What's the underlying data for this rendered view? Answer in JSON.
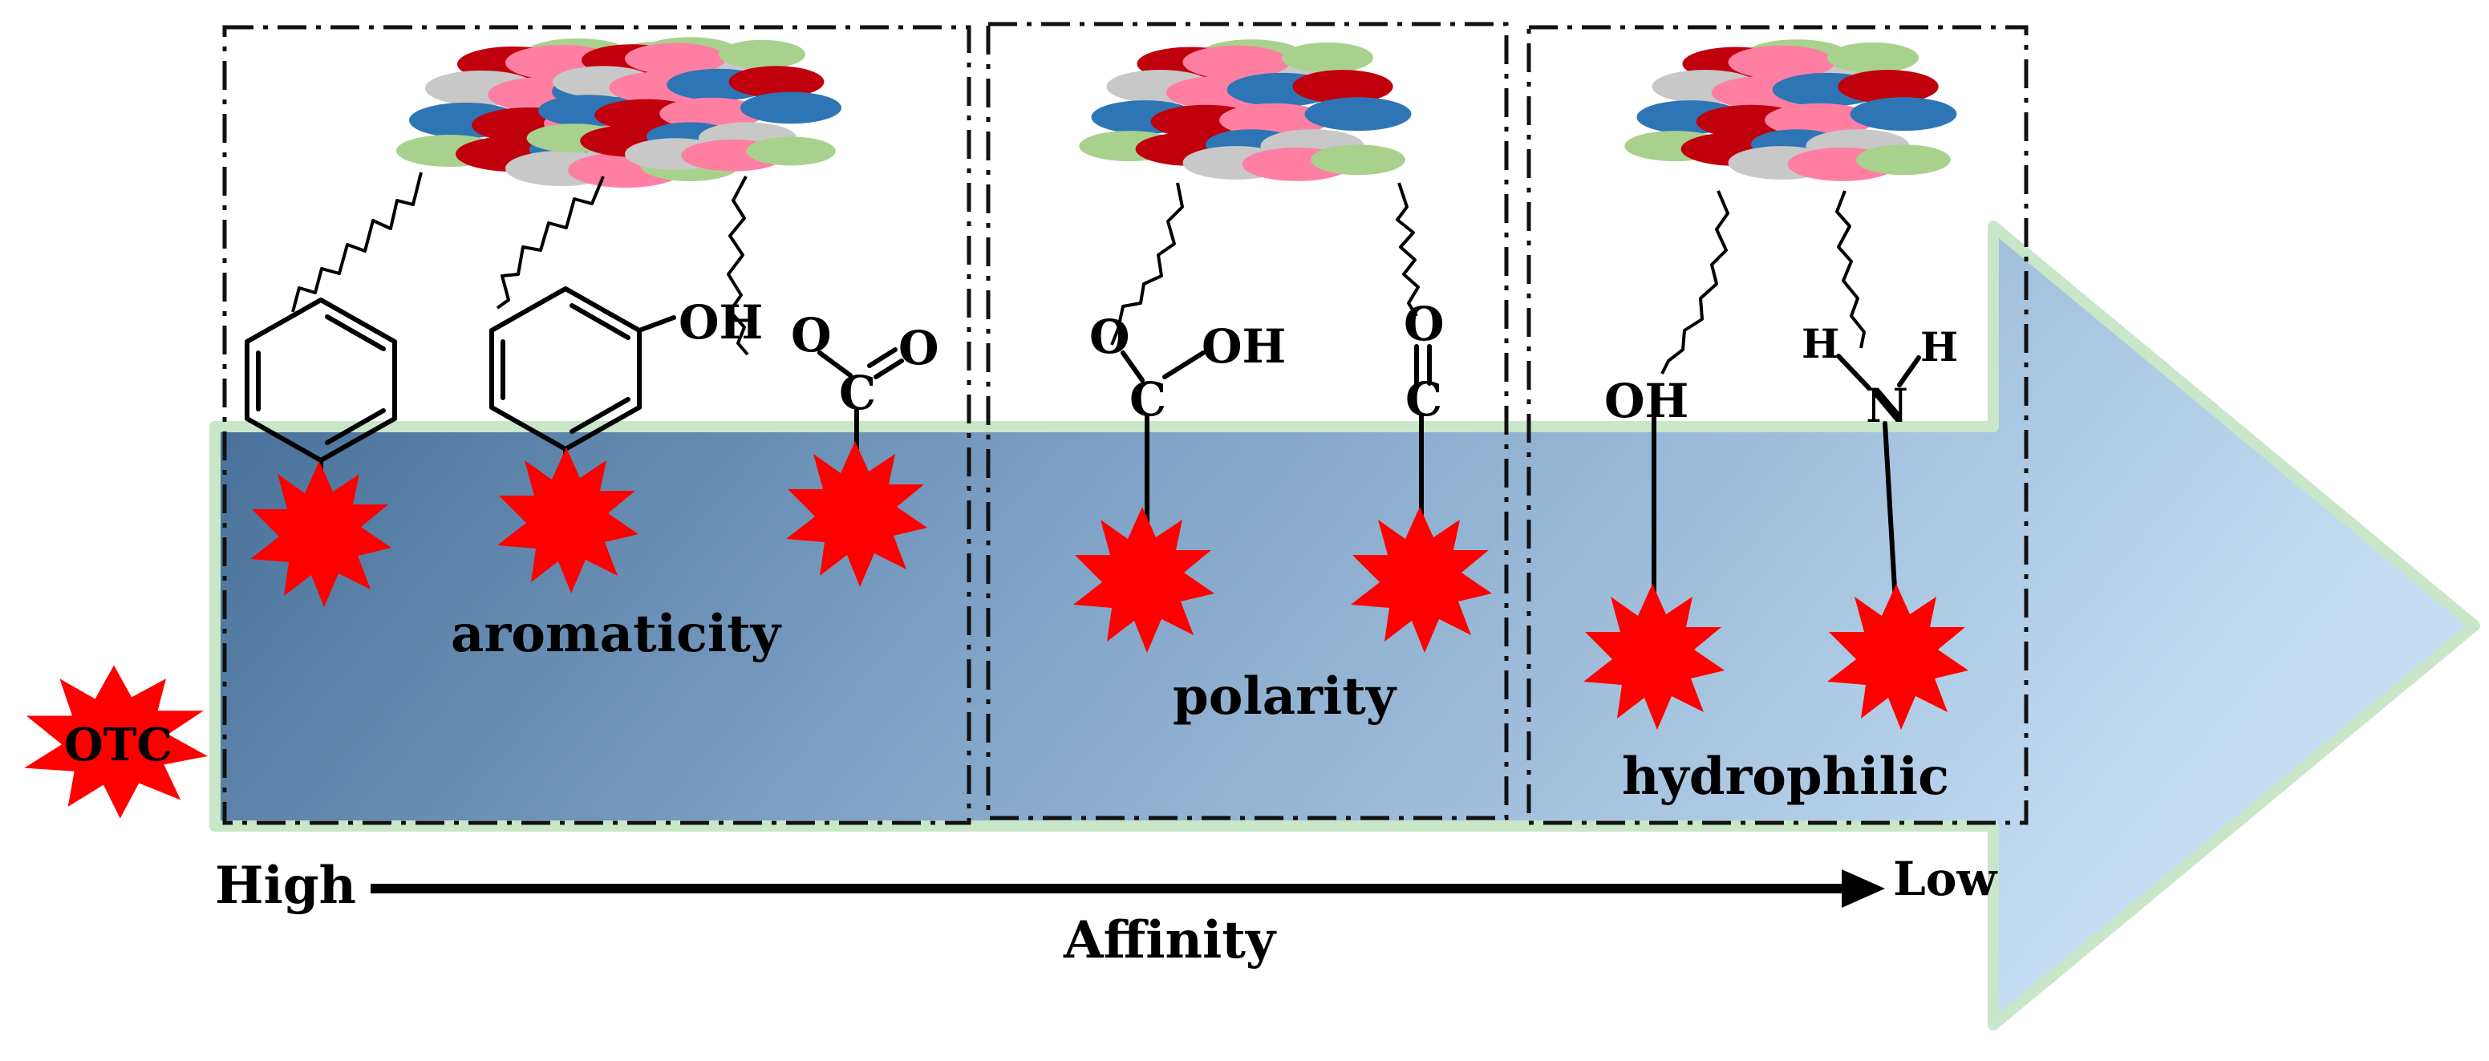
{
  "labels": {
    "molecule": "OTC",
    "aromaticity": "aromaticity",
    "polarity": "polarity",
    "hydrophilic": "hydrophilic",
    "high": "High",
    "low": "Low",
    "affinity": "Affinity"
  },
  "chem": {
    "oh": "OH",
    "o": "O",
    "c": "C",
    "h": "H",
    "n": "N"
  },
  "colors": {
    "arrow_dark": "#4a6f96",
    "arrow_light": "#bcd6ee",
    "arrow_border": "#c9e6c9",
    "burst": "#ff0000",
    "blob_red": "#c0000c",
    "blob_pink": "#ff7fa3",
    "blob_blue": "#2e75b6",
    "blob_green": "#a9d18e",
    "blob_gray": "#c8c8c8"
  },
  "sections": [
    "aromaticity",
    "polarity",
    "hydrophilic"
  ]
}
